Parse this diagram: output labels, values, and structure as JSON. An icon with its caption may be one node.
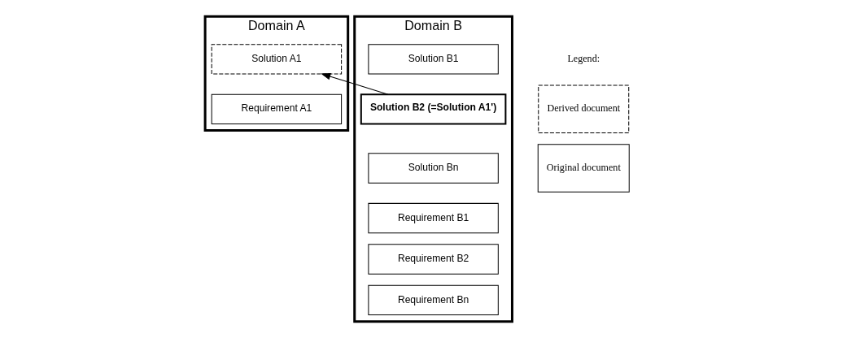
{
  "diagram": {
    "nodes": [
      {
        "text": [
          "Domain A"
        ]
      },
      {
        "text": [
          "Solution A1"
        ],
        "in": 0
      },
      {
        "text": [
          "Requirement A1"
        ],
        "in": 0
      },
      {
        "text": [
          "Domain B"
        ]
      },
      {
        "text": [
          "Solution B1"
        ],
        "in": 3
      },
      {
        "text": [
          "Solution B2 (=Solution A1')"
        ],
        "in": 3
      },
      {
        "text": [
          "Solution Bn"
        ],
        "in": 3
      },
      {
        "text": [
          "Requirement B1"
        ],
        "in": 3
      },
      {
        "text": [
          "Requirement B2"
        ],
        "in": 3
      },
      {
        "text": [
          "Requirement Bn"
        ],
        "in": 3
      }
    ],
    "edges": [
      {
        "from": 5,
        "to": 1,
        "arrow": "to"
      }
    ],
    "labels": [
      "Legend:"
    ],
    "legend": [
      {
        "text": "Derived document"
      },
      {
        "text": "Original document"
      }
    ]
  }
}
